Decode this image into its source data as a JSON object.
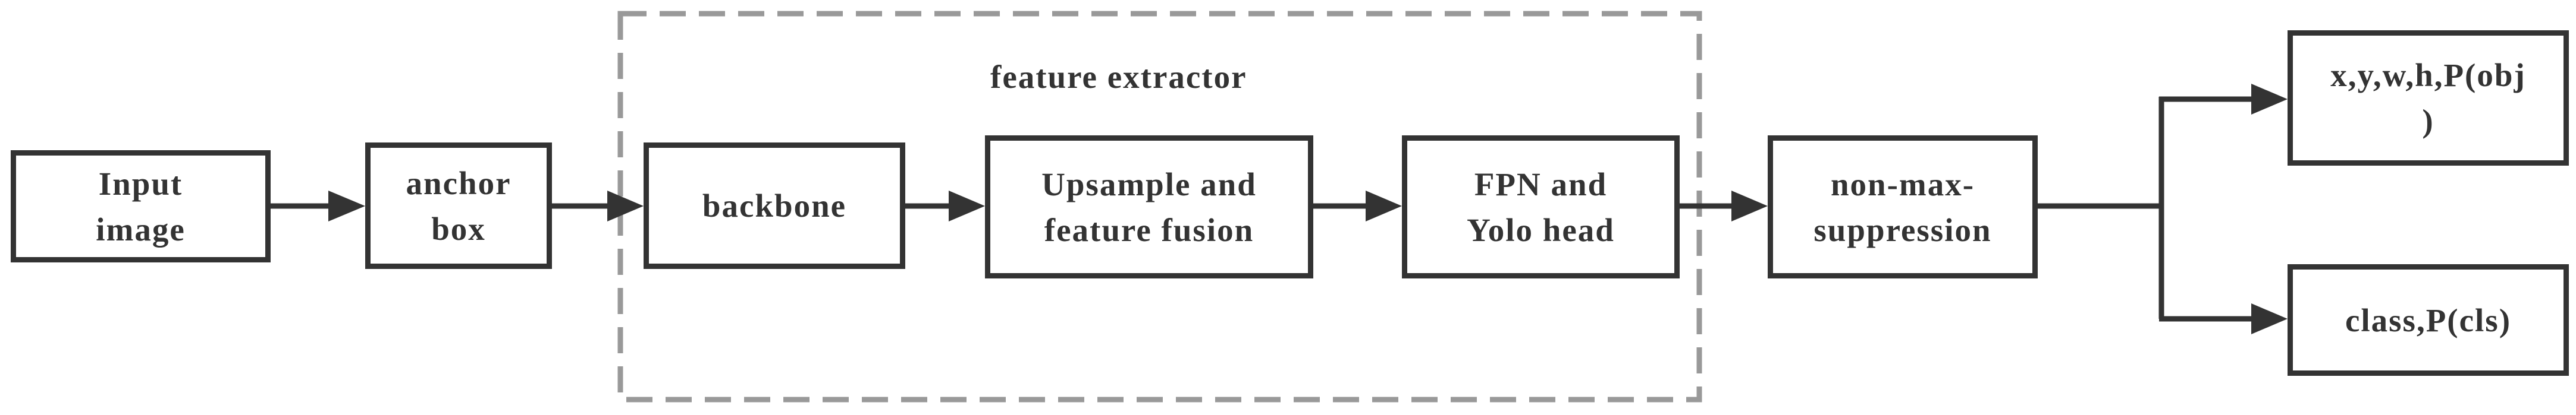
{
  "diagram": {
    "group_label": "feature extractor",
    "nodes": {
      "input_image": "Input\nimage",
      "anchor_box": "anchor\nbox",
      "backbone": "backbone",
      "upsample": "Upsample and\nfeature fusion",
      "fpn_yolo": "FPN and\nYolo head",
      "nms": "non-max-\nsuppression",
      "output_box": "x,y,w,h,P(obj\n)",
      "output_class": "class,P(cls)"
    },
    "edges": [
      [
        "Input\nimage",
        "anchor\nbox"
      ],
      [
        "anchor\nbox",
        "backbone"
      ],
      [
        "backbone",
        "Upsample and\nfeature fusion"
      ],
      [
        "Upsample and\nfeature fusion",
        "FPN and\nYolo head"
      ],
      [
        "FPN and\nYolo head",
        "non-max-\nsuppression"
      ],
      [
        "non-max-\nsuppression",
        "x,y,w,h,P(obj\n)"
      ],
      [
        "non-max-\nsuppression",
        "class,P(cls)"
      ]
    ],
    "colors": {
      "stroke": "#333333",
      "group_border": "#999999",
      "background": "#ffffff"
    }
  }
}
